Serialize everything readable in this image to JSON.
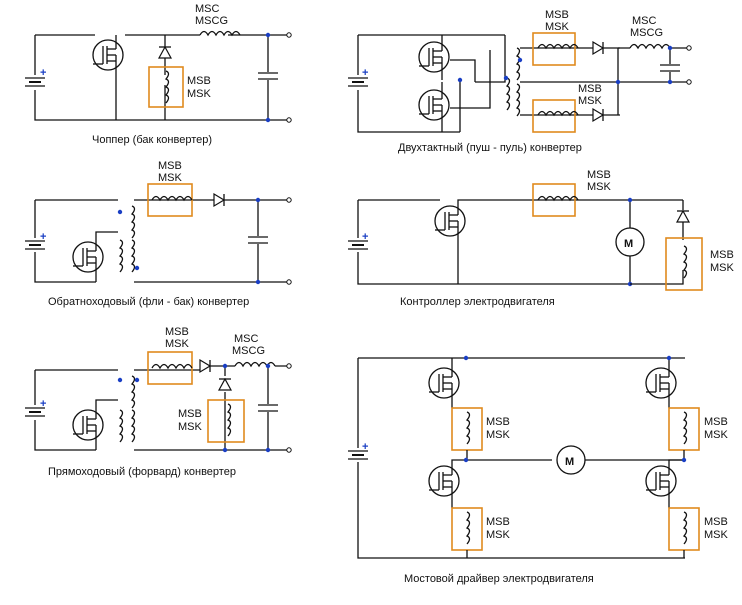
{
  "captions": {
    "chopper": "Чоппер (бак конвертер)",
    "pushpull": "Двухтактный (пуш - пуль) конвертер",
    "flyback": "Обратноходовый (фли - бак) конвертер",
    "motor": "Контроллер электродвигателя",
    "forward": "Прямоходовый (форвард) конвертер",
    "bridge": "Мостовой драйвер электродвигателя"
  },
  "labels": {
    "msb": "MSB",
    "msk": "MSK",
    "msc": "MSC",
    "mscg": "MSCG",
    "motor": "M",
    "plus": "+"
  },
  "colors": {
    "wire": "#111111",
    "highlight_box": "#e08a1e",
    "polarity_dot": "#1a3fc4"
  }
}
